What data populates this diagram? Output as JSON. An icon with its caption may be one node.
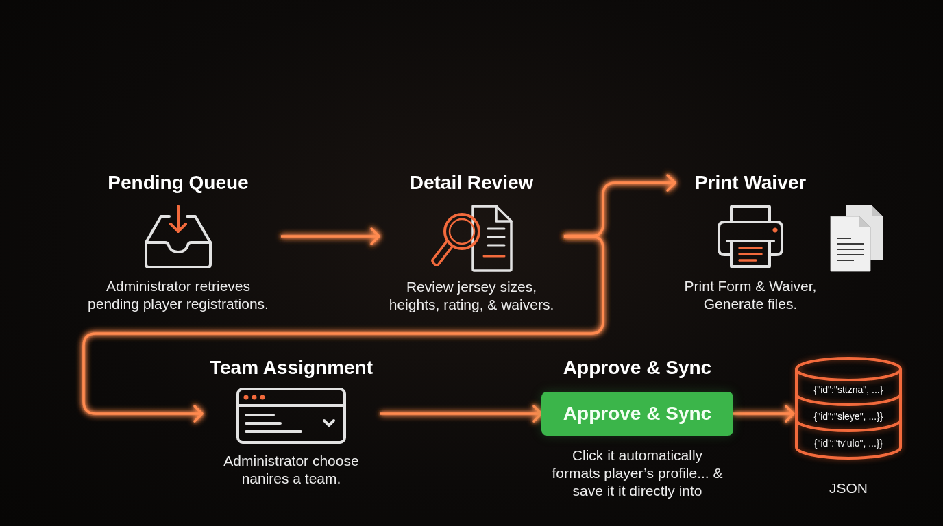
{
  "diagram": {
    "nodes": [
      {
        "text": [
          "Pending Queue",
          "Administrator retrieves pending player registrations."
        ]
      },
      {
        "text": [
          "Detail Review",
          "Review jersey sizes, heights, rating, & waivers."
        ]
      },
      {
        "text": [
          "Print Waiver",
          "Print Form & Waiver, Generate files."
        ]
      },
      {
        "text": [
          "Team Assignment",
          "Administrator choose nanires a team."
        ]
      },
      {
        "text": [
          "Approve & Sync",
          "Click it automatically formats player’s profile... & save it it directly into"
        ]
      },
      {
        "text": [
          "Approve & Sync"
        ],
        "in": 4
      },
      {
        "text": [
          "{\"id\":\"sttzna\", ...}",
          "{\"id\":\"sleye\", ...}}",
          "{\"id\":\"tv'ulo\", ...}}"
        ],
        "beside": [
          "JSON"
        ]
      }
    ],
    "edges": [
      {
        "from": 0,
        "to": 1,
        "arrow": "to"
      },
      {
        "from": 1,
        "to": 2,
        "arrow": "to"
      },
      {
        "from": 1,
        "to": 3,
        "arrow": "to"
      },
      {
        "from": 3,
        "to": 5,
        "arrow": "to"
      },
      {
        "from": 5,
        "to": 6,
        "arrow": "to"
      }
    ]
  }
}
